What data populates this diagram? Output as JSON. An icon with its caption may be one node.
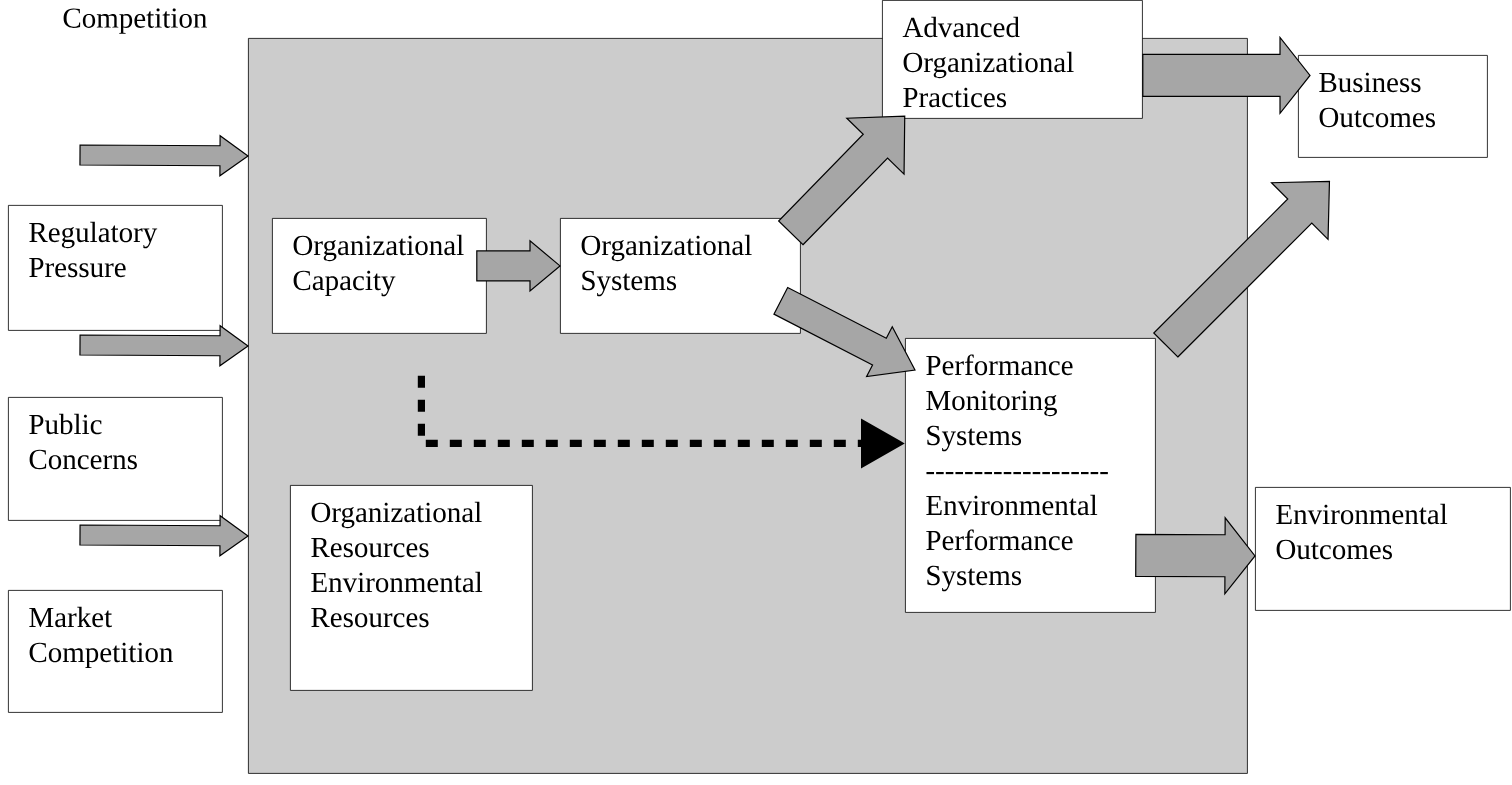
{
  "diagram": {
    "nodes": [
      {
        "text": [],
        "shape": "box"
      },
      {
        "text": [
          "Regulatory Pressure"
        ]
      },
      {
        "text": [
          "Public Concerns"
        ]
      },
      {
        "text": [
          "Market Competition"
        ]
      },
      {
        "text": [
          "Organizational Capacity"
        ],
        "in": 0
      },
      {
        "text": [
          "Organizational Systems"
        ],
        "in": 0
      },
      {
        "text": [
          "Organizational Resources Environmental Resources"
        ],
        "in": 0
      },
      {
        "text": [
          "Advanced Organizational Practices"
        ]
      },
      {
        "text": [
          "Performance Monitoring Systems",
          "-------------------",
          "Environmental Performance Systems"
        ],
        "in": 0
      },
      {
        "text": [
          "Business Outcomes"
        ]
      },
      {
        "text": [
          "Environmental Outcomes"
        ]
      }
    ],
    "edges": [
      {
        "from": null,
        "to": 0,
        "arrow": "to"
      },
      {
        "from": null,
        "to": 0,
        "arrow": "to"
      },
      {
        "from": null,
        "to": 0,
        "arrow": "to"
      },
      {
        "from": 4,
        "to": 5,
        "arrow": "to"
      },
      {
        "from": 5,
        "to": 7,
        "arrow": "to"
      },
      {
        "from": 5,
        "to": 8,
        "arrow": "to"
      },
      {
        "from": 4,
        "to": 8,
        "arrow": "to",
        "style": "dashed",
        "color": "#000000"
      },
      {
        "from": 7,
        "to": 9,
        "arrow": "to"
      },
      {
        "from": 8,
        "to": 9,
        "arrow": "to"
      },
      {
        "from": 8,
        "to": 10,
        "arrow": "to"
      }
    ],
    "labels": [
      "Competition"
    ]
  }
}
